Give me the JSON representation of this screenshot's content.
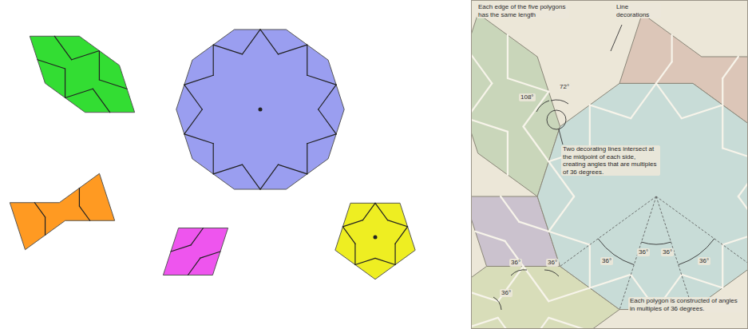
{
  "diagram": {
    "labels": [
      "Each edge of the five polygons has the same length",
      "Line decorations",
      "72°",
      "108°",
      "Two decorating lines intersect at the midpoint of each side, creating angles that are multiples of 36 degrees.",
      "36°",
      "36°",
      "36°",
      "36°",
      "36°",
      "36°",
      "36°",
      "Each polygon is constructed of angles in multiples of 36 degrees."
    ]
  }
}
